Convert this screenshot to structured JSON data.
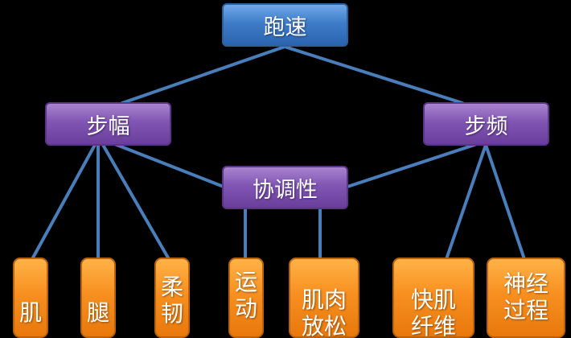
{
  "nodes": {
    "root": {
      "label": "跑速",
      "color": "#3f7cc8"
    },
    "step_length": {
      "label": "步幅",
      "color": "#8055b3"
    },
    "step_frequency": {
      "label": "步频",
      "color": "#8055b3"
    },
    "coordination": {
      "label": "协调性",
      "color": "#8055b3"
    },
    "leaf_1": {
      "label": "肌",
      "color": "#f79020"
    },
    "leaf_2": {
      "label": "腿",
      "color": "#f79020"
    },
    "leaf_3": {
      "label": "柔\n韧",
      "color": "#f79020"
    },
    "leaf_4": {
      "label": "运\n动",
      "color": "#f79020"
    },
    "leaf_5": {
      "label": "肌肉\n放松",
      "color": "#f79020"
    },
    "leaf_6": {
      "label": "快肌\n纤维",
      "color": "#f79020"
    },
    "leaf_7": {
      "label": "神经\n过程",
      "color": "#f79020"
    }
  },
  "edge_color": "#4a7ebb"
}
